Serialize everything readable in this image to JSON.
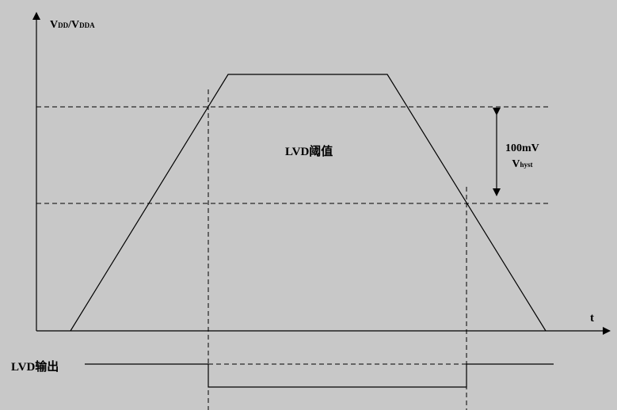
{
  "y_axis": {
    "main": "V",
    "sub1": "DD",
    "sep": "/V",
    "sub2": "DDA"
  },
  "x_axis": {
    "label": "t"
  },
  "threshold": {
    "label": "LVD阈值"
  },
  "hysteresis": {
    "value": "100mV",
    "symbol_main": "V",
    "symbol_sub": "hyst"
  },
  "output": {
    "label": "LVD输出"
  },
  "colors": {
    "background": "#c8c8c8",
    "line": "#000000"
  }
}
